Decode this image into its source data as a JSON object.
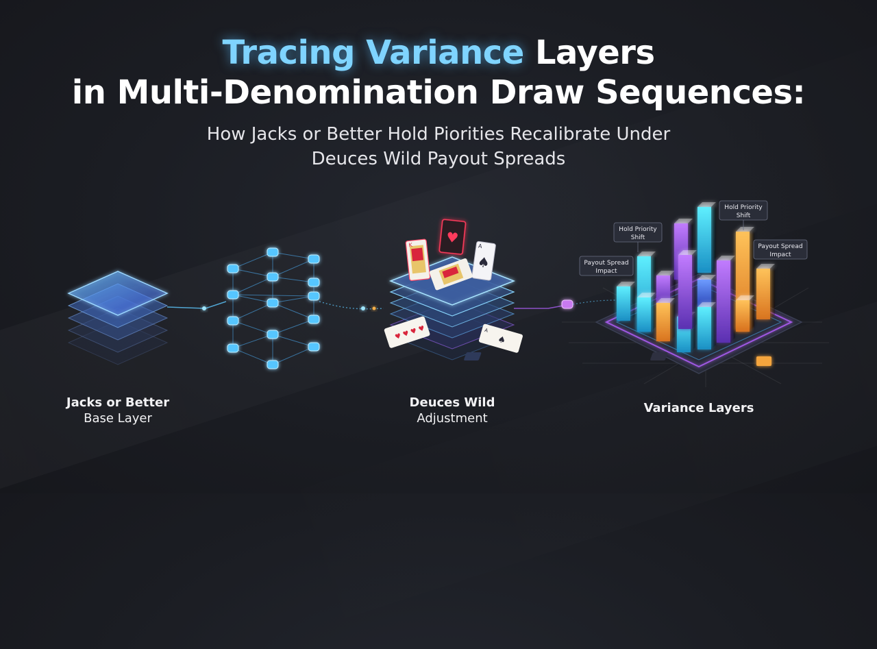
{
  "title": {
    "line1_accent": "Tracing Variance",
    "line1_rest": " Layers",
    "line2": "in Multi-Denomination Draw Sequences:"
  },
  "subtitle": {
    "line1": "How Jacks or Better Hold Piorities Recalibrate Under",
    "line2": "Deuces Wild Payout Spreads"
  },
  "stages": [
    {
      "title": "Jacks or Better",
      "subtitle": "Base Layer"
    },
    {
      "title": "Deuces Wild",
      "subtitle": "Adjustment"
    },
    {
      "title": "Variance Layers",
      "subtitle": ""
    }
  ],
  "callouts": {
    "hold_priority_1": [
      "Hold Priority",
      "Shift"
    ],
    "hold_priority_2": [
      "Hold Priority",
      "Shift"
    ],
    "payout_spread_1": [
      "Payout Spread",
      "Impact"
    ],
    "payout_spread_2": [
      "Payout Spread",
      "Impact"
    ]
  },
  "colors": {
    "accent": "#7fd4ff",
    "glow": "#5ec8ff",
    "cyan": "#3fd8f0",
    "purple": "#a85cf0",
    "orange": "#f5a53c",
    "blue": "#4a7cf2",
    "red_suit": "#d9253c"
  }
}
